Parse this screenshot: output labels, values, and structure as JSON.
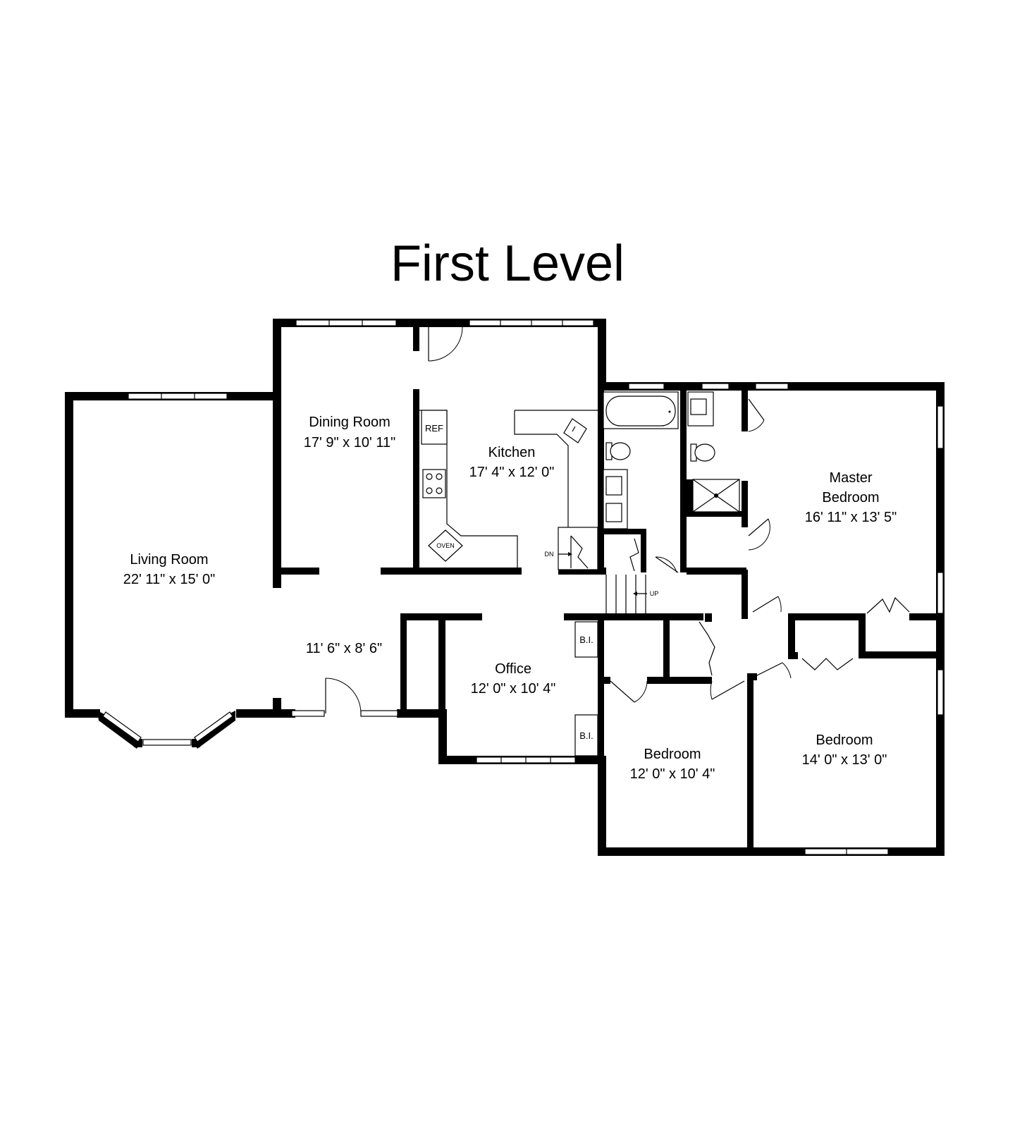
{
  "title": "First Level",
  "rooms": {
    "living": {
      "name": "Living Room",
      "dims": "22' 11\" x 15' 0\""
    },
    "dining": {
      "name": "Dining Room",
      "dims": "17' 9\" x 10' 11\""
    },
    "kitchen": {
      "name": "Kitchen",
      "dims": "17' 4\" x 12' 0\""
    },
    "master": {
      "name1": "Master",
      "name2": "Bedroom",
      "dims": "16' 11\" x 13' 5\""
    },
    "foyer": {
      "dims": "11' 6\" x 8' 6\""
    },
    "office": {
      "name": "Office",
      "dims": "12' 0\" x 10' 4\""
    },
    "bedroom2": {
      "name": "Bedroom",
      "dims": "12' 0\" x 10' 4\""
    },
    "bedroom3": {
      "name": "Bedroom",
      "dims": "14' 0\" x 13' 0\""
    }
  },
  "fixtures": {
    "ref": "REF",
    "oven": "OVEN",
    "dn": "DN",
    "up": "UP",
    "bi": "B.I."
  },
  "icons": [
    "door-swing",
    "window",
    "toilet",
    "sink",
    "bathtub",
    "shower",
    "stove",
    "stair-arrow"
  ]
}
